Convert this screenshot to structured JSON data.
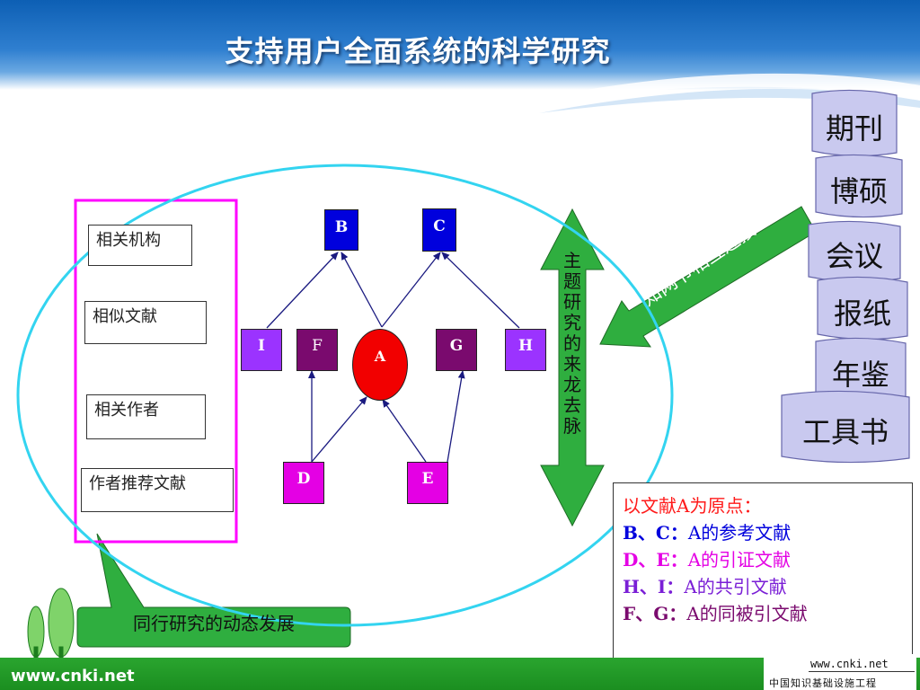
{
  "slide": {
    "title": "支持用户全面系统的科学研究",
    "footer_url": "www.cnki.net",
    "brand_url": "www.cnki.net",
    "brand_cn": "中国知识基础设施工程"
  },
  "related_panel": {
    "items": [
      "相关机构",
      "相似文献",
      "相关作者",
      "作者推荐文献"
    ]
  },
  "nodes": {
    "a": "A",
    "b": "B",
    "c": "C",
    "d": "D",
    "e": "E",
    "f": "F",
    "g": "G",
    "h": "H",
    "i": "I"
  },
  "vertical_arrow_label": "主题研究的来龙去脉",
  "peer_callout": "同行研究的动态发展",
  "link_callout": "知网节相互连接",
  "resource_tabs": [
    "期刊",
    "博硕",
    "会议",
    "报纸",
    "年鉴",
    "工具书"
  ],
  "legend": {
    "heading": "以文献A为原点：",
    "lines": [
      {
        "nodes": "B、C：",
        "desc": "A的参考文献"
      },
      {
        "nodes": "D、E：",
        "desc": "A的引证文献"
      },
      {
        "nodes": "H、I：",
        "desc": "A的共引文献"
      },
      {
        "nodes": "F、G：",
        "desc": "A的同被引文献"
      }
    ]
  },
  "colors": {
    "header_blue": "#1a6cc4",
    "footer_green": "#22a028",
    "arrow_green": "#2fae3f",
    "node_blue": "#0000dd",
    "node_purple": "#7a0a6e",
    "node_violet": "#9b33ff",
    "node_magenta": "#e400e4",
    "node_red": "#f20000",
    "ellipse_cyan": "#33d4f0",
    "panel_magenta": "#ff00ff",
    "tab_lavender": "#c9c9ef"
  }
}
